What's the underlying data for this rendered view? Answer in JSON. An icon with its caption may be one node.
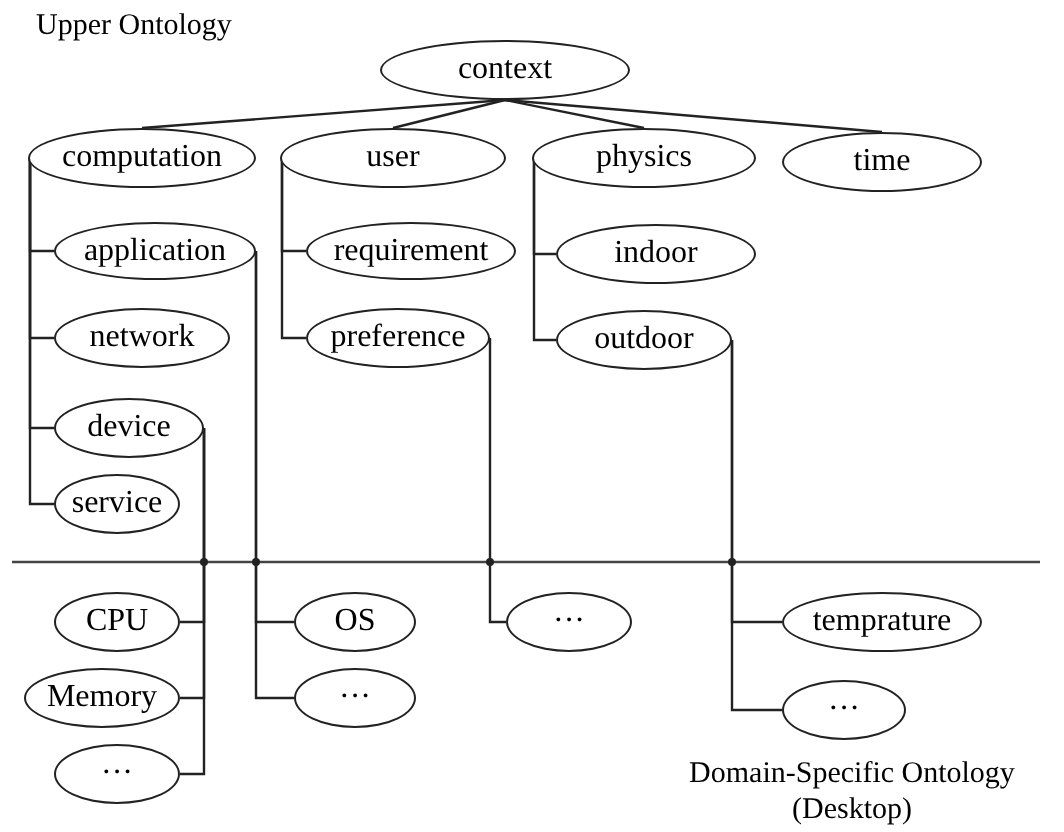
{
  "diagram": {
    "nodes": [
      {
        "text": [
          "context"
        ]
      },
      {
        "text": [
          "computation"
        ]
      },
      {
        "text": [
          "user"
        ]
      },
      {
        "text": [
          "physics"
        ]
      },
      {
        "text": [
          "time"
        ]
      },
      {
        "text": [
          "application"
        ]
      },
      {
        "text": [
          "requirement"
        ]
      },
      {
        "text": [
          "indoor"
        ]
      },
      {
        "text": [
          "network"
        ]
      },
      {
        "text": [
          "preference"
        ]
      },
      {
        "text": [
          "outdoor"
        ]
      },
      {
        "text": [
          "device"
        ]
      },
      {
        "text": [
          "service"
        ]
      },
      {
        "text": [
          "CPU"
        ]
      },
      {
        "text": [
          "Memory"
        ]
      },
      {
        "text": [
          "···"
        ]
      },
      {
        "text": [
          "OS"
        ]
      },
      {
        "text": [
          "···"
        ]
      },
      {
        "text": [
          "···"
        ]
      },
      {
        "text": [
          "temprature"
        ]
      },
      {
        "text": [
          "···"
        ]
      }
    ],
    "edges": [
      {
        "from": 0,
        "to": 1,
        "arrow": "none"
      },
      {
        "from": 0,
        "to": 2,
        "arrow": "none"
      },
      {
        "from": 0,
        "to": 3,
        "arrow": "none"
      },
      {
        "from": 0,
        "to": 4,
        "arrow": "none"
      },
      {
        "from": 1,
        "to": 5,
        "arrow": "none"
      },
      {
        "from": 1,
        "to": 8,
        "arrow": "none"
      },
      {
        "from": 1,
        "to": 11,
        "arrow": "none"
      },
      {
        "from": 1,
        "to": 12,
        "arrow": "none"
      },
      {
        "from": 2,
        "to": 6,
        "arrow": "none"
      },
      {
        "from": 2,
        "to": 9,
        "arrow": "none"
      },
      {
        "from": 3,
        "to": 7,
        "arrow": "none"
      },
      {
        "from": 3,
        "to": 10,
        "arrow": "none"
      },
      {
        "from": 11,
        "to": 13,
        "arrow": "none"
      },
      {
        "from": 11,
        "to": 14,
        "arrow": "none"
      },
      {
        "from": 11,
        "to": 15,
        "arrow": "none"
      },
      {
        "from": 5,
        "to": 16,
        "arrow": "none"
      },
      {
        "from": 5,
        "to": 17,
        "arrow": "none"
      },
      {
        "from": 9,
        "to": 18,
        "arrow": "none"
      },
      {
        "from": 10,
        "to": 19,
        "arrow": "none"
      },
      {
        "from": 10,
        "to": 20,
        "arrow": "none"
      }
    ],
    "labels": [
      "Upper Ontology",
      "Domain-Specific Ontology (Desktop)"
    ]
  }
}
